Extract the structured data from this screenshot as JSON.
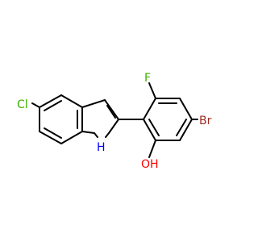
{
  "molecule": {
    "atoms": {
      "cl": {
        "symbol": "Cl",
        "color": "#3cb300"
      },
      "f": {
        "symbol": "F",
        "color": "#3cb300"
      },
      "br": {
        "symbol": "Br",
        "color": "#a02c22"
      },
      "nh": {
        "symbol": "H",
        "color": "#0000ff"
      },
      "oh": {
        "symbol": "OH",
        "color": "#ff0000"
      }
    },
    "bond_color": "#000000"
  }
}
